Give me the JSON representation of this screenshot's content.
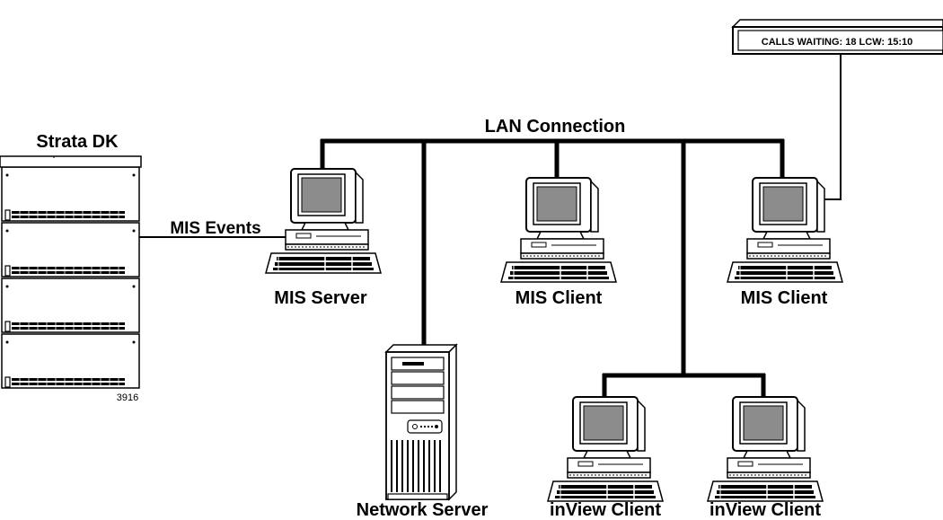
{
  "diagram": {
    "lan_label": "LAN Connection",
    "pbx_label": "Strata DK",
    "mis_events_label": "MIS Events",
    "figure_number": "3916",
    "wallboard_text": "CALLS WAITING: 18   LCW: 15:10",
    "nodes": {
      "mis_server": "MIS Server",
      "mis_client_1": "MIS Client",
      "mis_client_2": "MIS Client",
      "network_server": "Network Server",
      "inview_client_1": "inView Client",
      "inview_client_2": "inView Client"
    }
  }
}
